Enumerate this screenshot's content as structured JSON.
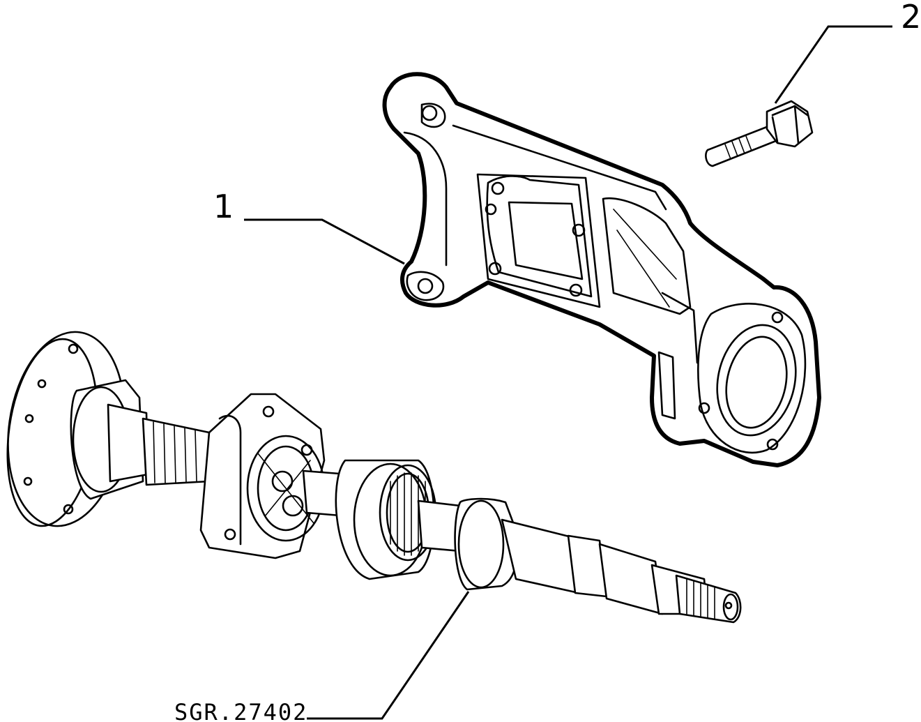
{
  "callouts": [
    {
      "id": "1",
      "label": "1"
    },
    {
      "id": "2",
      "label": "2"
    }
  ],
  "reference_code": "SGR.27402",
  "parts": [
    {
      "callout": "1",
      "icon": "support-bracket-icon"
    },
    {
      "callout": "2",
      "icon": "hex-bolt-icon"
    },
    {
      "callout": "",
      "icon": "shaft-assembly-icon"
    }
  ]
}
